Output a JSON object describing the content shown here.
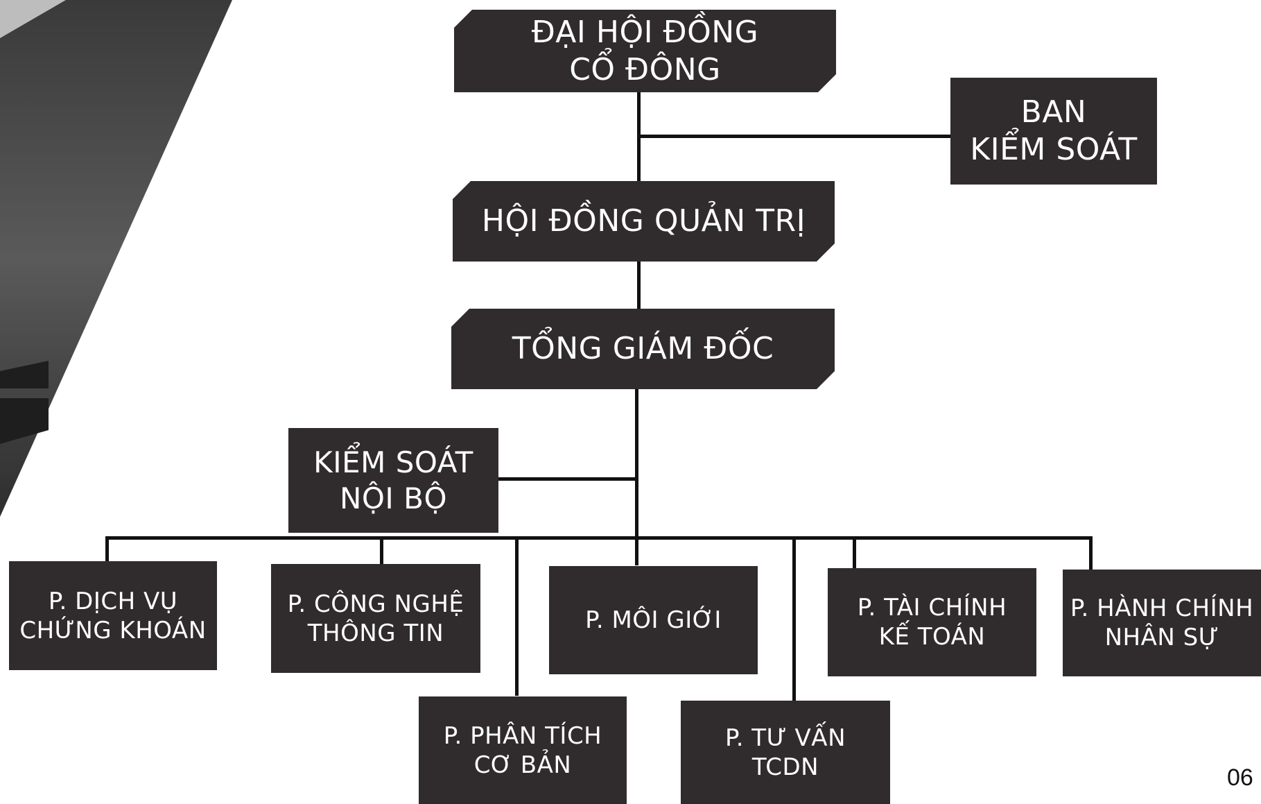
{
  "org_chart": {
    "shareholders": "ĐẠI HỘI ĐỒNG\nCỔ ĐÔNG",
    "supervisory_board": "BAN\nKIỂM SOÁT",
    "board_of_directors": "HỘI ĐỒNG QUẢN TRỊ",
    "general_director": "TỔNG GIÁM ĐỐC",
    "internal_audit": "KIỂM SOÁT\nNỘI BỘ",
    "departments": [
      "P. DỊCH VỤ\nCHỨNG KHOÁN",
      "P. CÔNG NGHỆ\nTHÔNG TIN",
      "P. MÔI GIỚI",
      "P. TÀI CHÍNH\nKẾ TOÁN",
      "P. HÀNH CHÍNH\nNHÂN SỰ",
      "P. PHÂN TÍCH\nCƠ BẢN",
      "P. TƯ VẤN\nTCDN"
    ]
  },
  "page_number": "06",
  "colors": {
    "box_fill": "#302c2e",
    "box_text": "#ffffff",
    "connector": "#111111",
    "photo_dark": "#2a2a2a"
  }
}
